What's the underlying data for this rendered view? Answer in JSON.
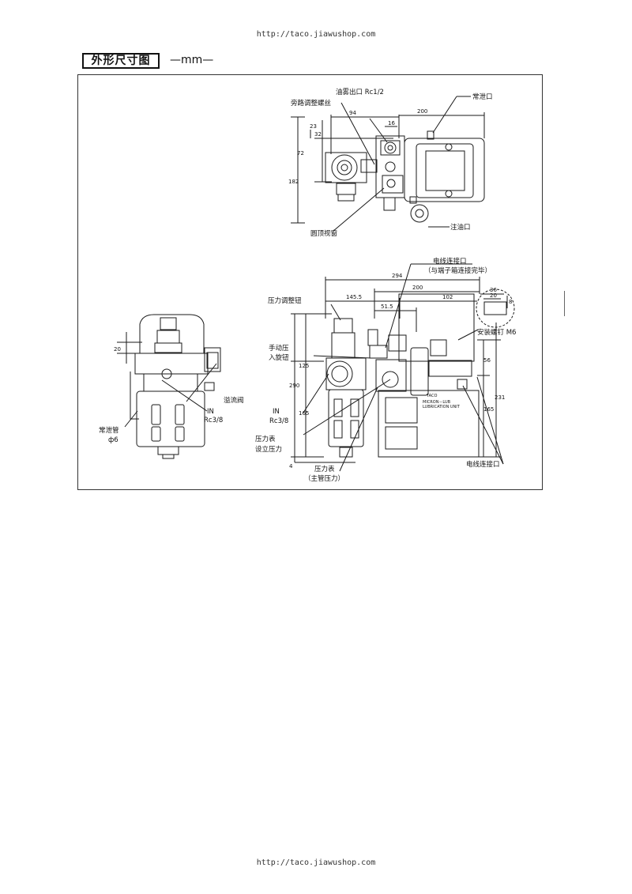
{
  "header": {
    "url": "http://taco.jiawushop.com"
  },
  "footer": {
    "url": "http://taco.jiawushop.com"
  },
  "section": {
    "title": "外形尺寸图",
    "unit": "—mm—"
  },
  "top_view": {
    "labels": {
      "oil_outlet": "油雾出口 Rc1/2",
      "bypass_screw": "旁路调整螺丝",
      "drain": "常泄口",
      "sight_window": "圆顶视窗",
      "fill_port": "注油口"
    },
    "dims": {
      "d94": "94",
      "d200": "200",
      "d16": "16",
      "d23": "23",
      "d32": "32",
      "d72": "72",
      "d182": "182"
    }
  },
  "side_view": {
    "labels": {
      "drain_pipe": "常泄管",
      "drain_pipe_dia": "ф6",
      "in": "IN",
      "in_thread": "Rc3/8",
      "overflow_valve": "溢流阀"
    },
    "dims": {
      "d20": "20"
    }
  },
  "front_view": {
    "labels": {
      "wire_conn_top": "电线连接口",
      "wire_conn_note": "（与端子箱连接完毕）",
      "pressure_knob": "压力调整钮",
      "manual_press_1": "手动压",
      "manual_press_2": "入旋钮",
      "in": "IN",
      "in_thread": "Rc3/8",
      "gauge_set_1": "压力表",
      "gauge_set_2": "设立压力",
      "gauge_main_1": "压力表",
      "gauge_main_2": "（主管压力）",
      "mount_screw": "安装螺钉 M6",
      "wire_conn_bottom": "电线连接口",
      "brand": "TACO",
      "model": "MICRON－LUB",
      "model_sub": "LUBRICATION UNIT"
    },
    "dims": {
      "d294": "294",
      "d200": "200",
      "d145_5": "145.5",
      "d51_5": "51.5",
      "d102": "102",
      "d125": "125",
      "d290": "290",
      "d165l": "165",
      "d4": "4",
      "d56": "56",
      "d165r": "165",
      "d231": "231",
      "d36": "36",
      "d20": "20",
      "d8": "8"
    }
  }
}
